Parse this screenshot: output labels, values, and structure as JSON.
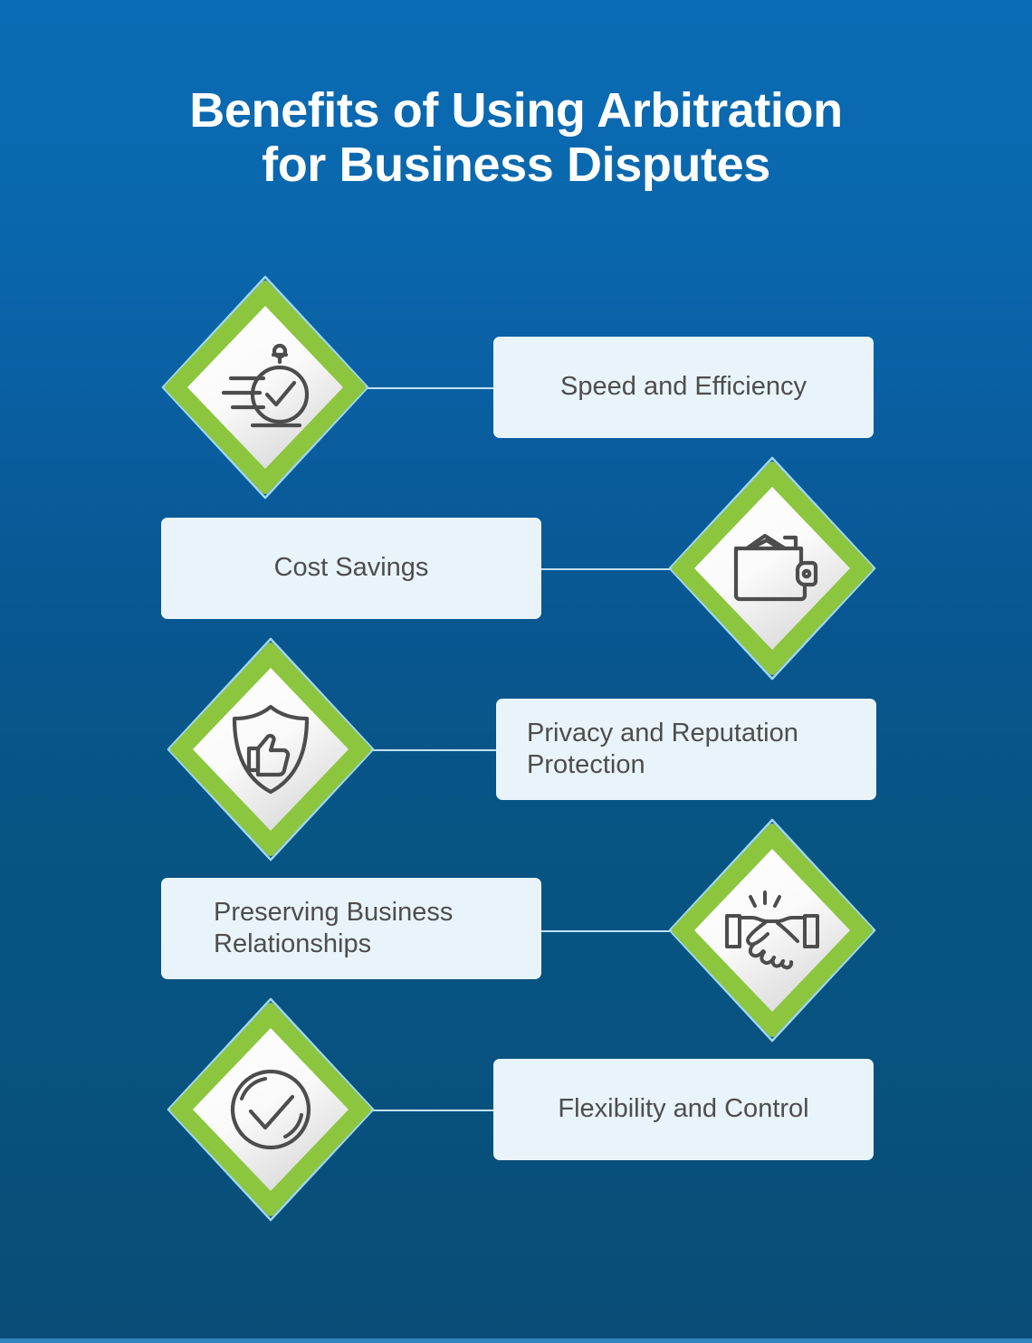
{
  "header": {
    "title_line1": "Benefits of Using Arbitration",
    "title_line2": "for Business Disputes"
  },
  "theme": {
    "background_top": "#0a6cb4",
    "background_bottom": "#0a4d78",
    "accent_green": "#8cc63e",
    "label_background": "#e9f4fa",
    "label_text": "#4d4d4d",
    "connector": "#bfe2f3",
    "title_text": "#ffffff"
  },
  "items": [
    {
      "index": "1",
      "label": "Speed and Efficiency",
      "icon": "stopwatch-speed-icon",
      "icon_side": "left",
      "label_side": "right"
    },
    {
      "index": "2",
      "label": "Cost Savings",
      "icon": "wallet-icon",
      "icon_side": "right",
      "label_side": "left"
    },
    {
      "index": "3",
      "label_line1": "Privacy and Reputation",
      "label_line2": "Protection",
      "label": "Privacy and Reputation Protection",
      "icon": "shield-thumbs-up-icon",
      "icon_side": "left",
      "label_side": "right"
    },
    {
      "index": "4",
      "label_line1": "Preserving Business",
      "label_line2": "Relationships",
      "label": "Preserving Business Relationships",
      "icon": "handshake-icon",
      "icon_side": "right",
      "label_side": "left"
    },
    {
      "index": "5",
      "label": "Flexibility and Control",
      "icon": "circle-check-icon",
      "icon_side": "left",
      "label_side": "right"
    }
  ]
}
